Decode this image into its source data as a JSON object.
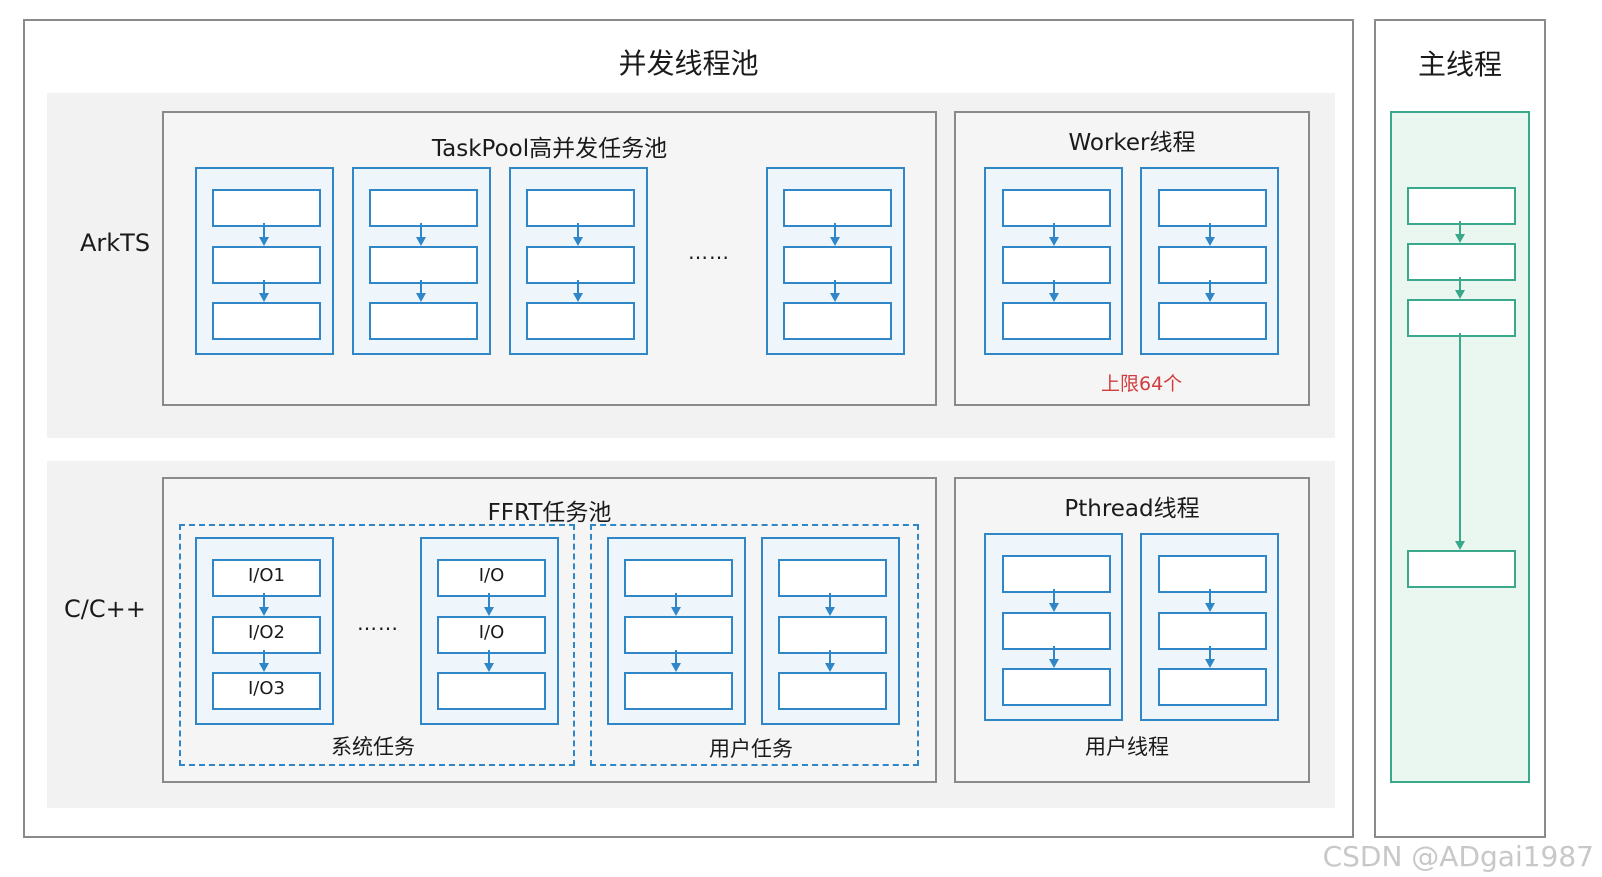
{
  "concurrency_pool": {
    "title": "并发线程池",
    "arkts": {
      "label": "ArkTS",
      "taskpool": {
        "title": "TaskPool高并发任务池",
        "ellipsis": "……"
      },
      "worker": {
        "title": "Worker线程",
        "limit_note": "上限64个"
      }
    },
    "cpp": {
      "label": "C/C++",
      "ffrt": {
        "title": "FFRT任务池",
        "system_tasks": {
          "caption": "系统任务",
          "ellipsis": "……",
          "column1": [
            "I/O1",
            "I/O2",
            "I/O3"
          ],
          "column2": [
            "I/O",
            "I/O",
            ""
          ]
        },
        "user_tasks": {
          "caption": "用户任务"
        }
      },
      "pthread": {
        "title": "Pthread线程",
        "caption": "用户线程"
      }
    }
  },
  "main_thread": {
    "title": "主线程"
  },
  "watermark": "CSDN @ADgai1987",
  "colors": {
    "task_blue": "#2f87c7",
    "main_green": "#3aa88a",
    "limit_red": "#d23c3c"
  }
}
